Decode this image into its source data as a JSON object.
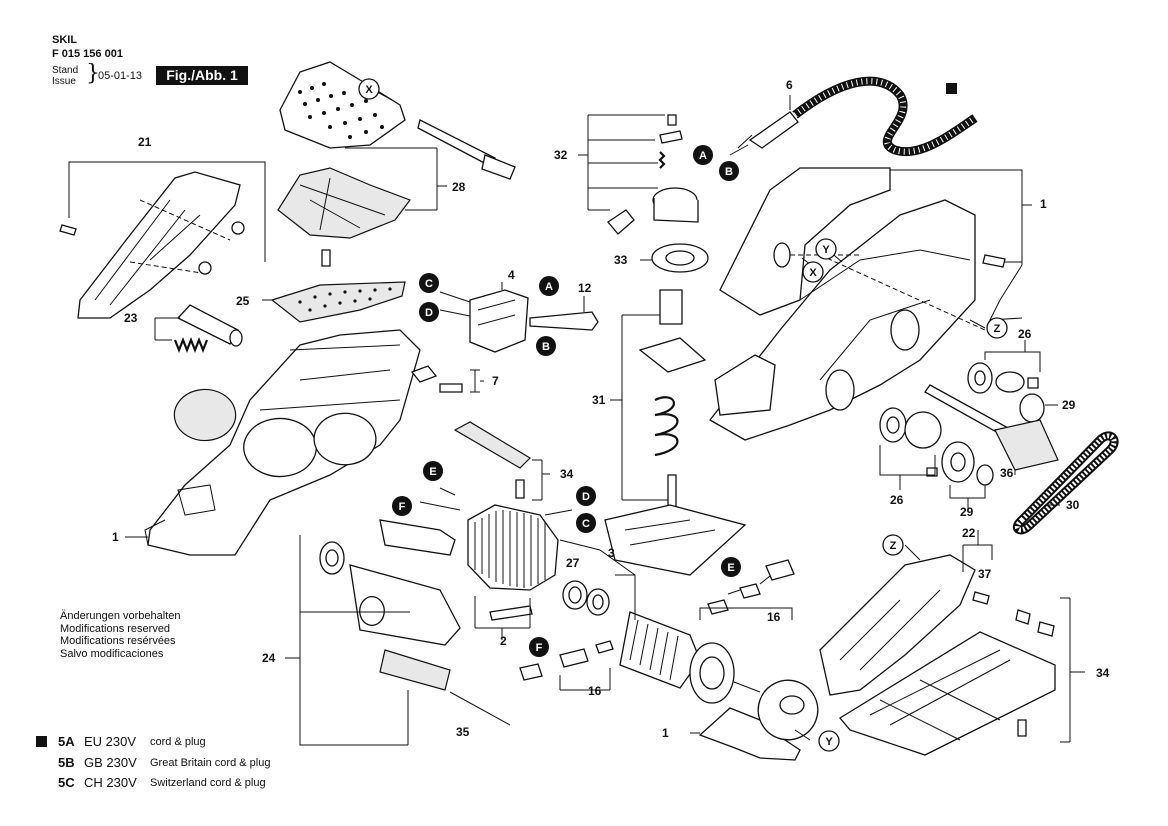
{
  "header": {
    "brand": "SKIL",
    "part_number": "F 015 156 001",
    "stand_label": "Stand",
    "issue_label": "Issue",
    "issue_date": "05-01-13",
    "figure_label": "Fig./Abb. 1"
  },
  "notes": [
    "Änderungen vorbehalten",
    "Modifications reserved",
    "Modifications resérvées",
    "Salvo modificaciones"
  ],
  "legend": [
    {
      "code": "5A",
      "voltage": "EU 230V",
      "desc": "cord & plug",
      "marker": true
    },
    {
      "code": "5B",
      "voltage": "GB 230V",
      "desc": "Great Britain cord & plug",
      "marker": false
    },
    {
      "code": "5C",
      "voltage": "CH 230V",
      "desc": "Switzerland cord & plug",
      "marker": false
    }
  ],
  "part_labels": {
    "p1a": "1",
    "p1b": "1",
    "p1c": "1",
    "p2": "2",
    "p3": "3",
    "p4": "4",
    "p6": "6",
    "p7": "7",
    "p12": "12",
    "p16a": "16",
    "p16b": "16",
    "p21": "21",
    "p22": "22",
    "p23": "23",
    "p24": "24",
    "p25": "25",
    "p26a": "26",
    "p26b": "26",
    "p27": "27",
    "p28": "28",
    "p29a": "29",
    "p29b": "29",
    "p30": "30",
    "p31": "31",
    "p32": "32",
    "p33": "33",
    "p34a": "34",
    "p34b": "34",
    "p35": "35",
    "p36": "36",
    "p37": "37"
  },
  "callouts": {
    "A1": "A",
    "A2": "A",
    "B1": "B",
    "B2": "B",
    "C1": "C",
    "C2": "C",
    "D1": "D",
    "D2": "D",
    "E1": "E",
    "E2": "E",
    "F1": "F",
    "F2": "F",
    "X1": "X",
    "X2": "X",
    "Y1": "Y",
    "Y2": "Y",
    "Z1": "Z",
    "Z2": "Z"
  }
}
